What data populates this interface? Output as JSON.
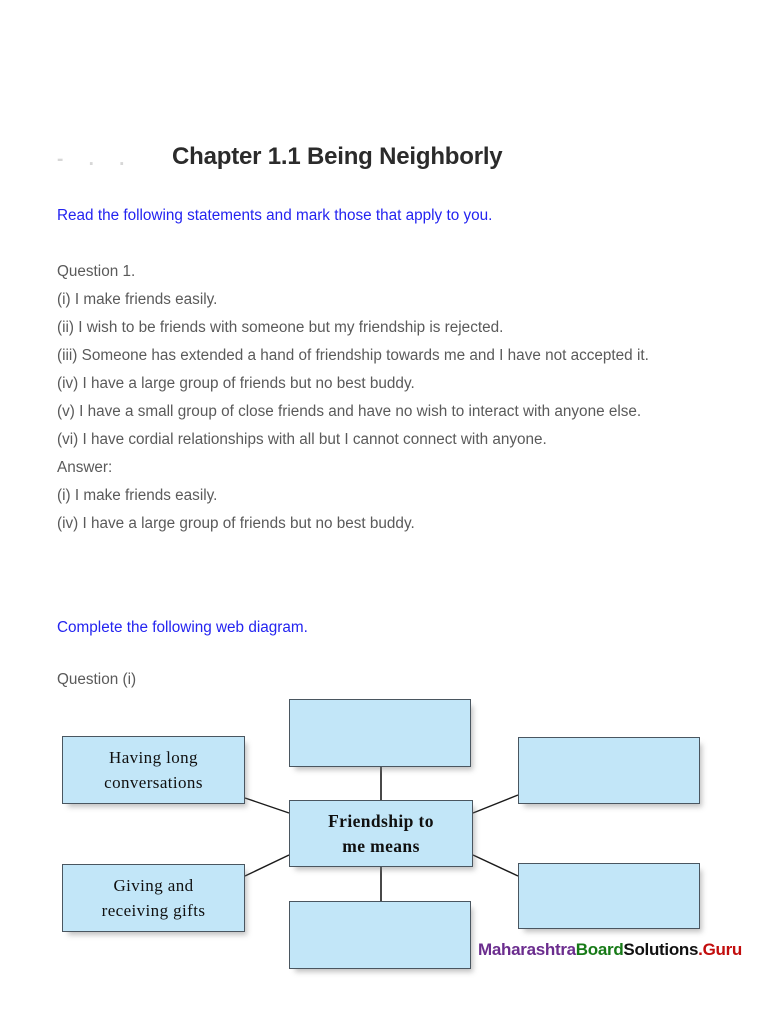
{
  "header": {
    "ghost_marks": "- . .",
    "title": "Chapter 1.1 Being Neighborly"
  },
  "notes": {
    "read_statements": "Read the following statements and mark those that apply to you.",
    "complete_web_diagram": "Complete the following web diagram."
  },
  "question_1": {
    "label": "Question 1.",
    "statements": [
      "(i) I make friends easily.",
      "(ii) I wish to be friends with someone but my friendship is rejected.",
      "(iii) Someone has extended a hand of friendship towards me and I have not accepted it.",
      "(iv) I have a large group of friends but no best buddy.",
      "(v) I have a small group of close friends and have no wish to interact with anyone else.",
      "(vi) I have cordial relationships with all but I cannot connect with anyone."
    ],
    "answer_label": "Answer:",
    "answers": [
      "(i) I make friends easily.",
      "(iv) I have a large group of friends but no best buddy."
    ]
  },
  "question_i": {
    "label": "Question (i)"
  },
  "diagram": {
    "center": "Friendship to\nme means",
    "center_line_1": "Friendship  to",
    "center_line_2": "me  means",
    "nodes": {
      "top": "",
      "right_top": "",
      "right_bottom": "",
      "bottom": "",
      "left_top_line_1": "Having  long",
      "left_top_line_2": "conversations",
      "left_bottom_line_1": "Giving  and",
      "left_bottom_line_2": "receiving  gifts"
    },
    "colors": {
      "fill": "#c2e6f8",
      "border": "#4a5660",
      "link": "#1a1a1a"
    }
  },
  "watermark": {
    "part_1": "Maharashtra",
    "part_2": "Board",
    "part_3": "Solutions",
    "part_4": ".Guru",
    "colors": {
      "part_1": "#6b2d8e",
      "part_2": "#177a17",
      "part_3": "#111111",
      "part_4": "#c20d0d"
    }
  }
}
